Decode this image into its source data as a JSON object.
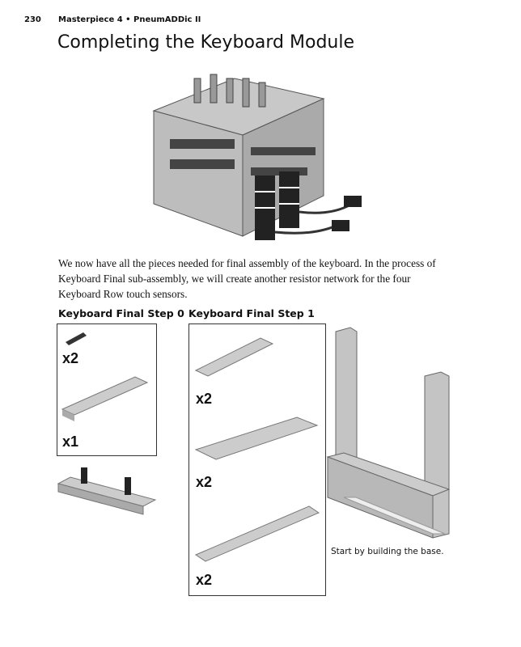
{
  "header": {
    "page_number": "230",
    "running_title": "Masterpiece 4 • PneumADDic II"
  },
  "title": "Completing the Keyboard Module",
  "paragraph": "We now have all the pieces needed for final assembly of the keyboard. In the process of Keyboard Final sub-assembly, we will create another resistor network for the four Keyboard Row touch sensors.",
  "step0": {
    "heading": "Keyboard Final Step 0",
    "parts": [
      {
        "qty": "x2"
      },
      {
        "qty": "x1"
      }
    ]
  },
  "step1": {
    "heading": "Keyboard Final Step 1",
    "parts": [
      {
        "qty": "x2"
      },
      {
        "qty": "x2"
      },
      {
        "qty": "x2"
      }
    ],
    "caption": "Start by building the base."
  }
}
